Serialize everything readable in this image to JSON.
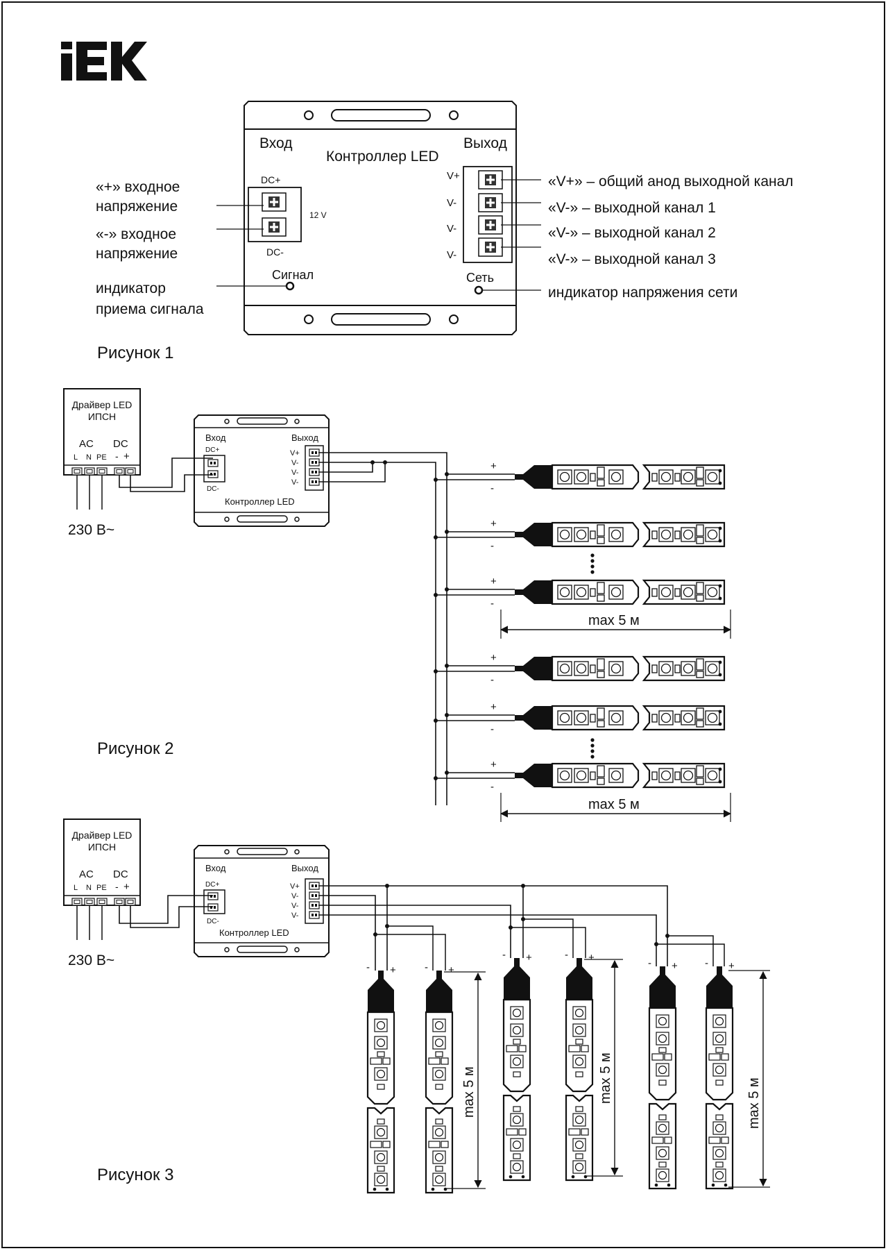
{
  "logo": {
    "text": "IEK",
    "icon": "iek-logo"
  },
  "fig1": {
    "caption": "Рисунок 1",
    "title": "Контроллер LED",
    "input_header": "Вход",
    "output_header": "Выход",
    "dc_plus": "DC+",
    "dc_minus": "DC-",
    "voltage": "12 V",
    "signal": "Сигнал",
    "network": "Сеть",
    "out_labels": [
      "V+",
      "V-",
      "V-",
      "V-"
    ],
    "left_notes": [
      "«+» входное",
      "напряжение",
      "«-» входное",
      "напряжение",
      "индикатор",
      "приема сигнала"
    ],
    "right_notes": [
      "«V+» – общий анод выходной канал",
      "«V-» – выходной канал 1",
      "«V-» – выходной канал 2",
      "«V-» – выходной канал 3",
      "индикатор напряжения сети"
    ]
  },
  "driver": {
    "title1": "Драйвер LED",
    "title2": "ИПСН",
    "ac": "AC",
    "dc": "DC",
    "terminals": [
      "L",
      "N",
      "PE",
      "-",
      "+"
    ],
    "mains": "230 В~"
  },
  "small_ctrl": {
    "input_header": "Вход",
    "output_header": "Выход",
    "dc_plus": "DC+",
    "dc_minus": "DC-",
    "title": "Контроллер LED",
    "out_labels": [
      "V+",
      "V-",
      "V-",
      "V-"
    ]
  },
  "fig2": {
    "caption": "Рисунок 2",
    "plus": "+",
    "minus": "-",
    "length": "max 5 м"
  },
  "fig3": {
    "caption": "Рисунок 3",
    "plus": "+",
    "minus": "-",
    "length": "max 5 м"
  }
}
